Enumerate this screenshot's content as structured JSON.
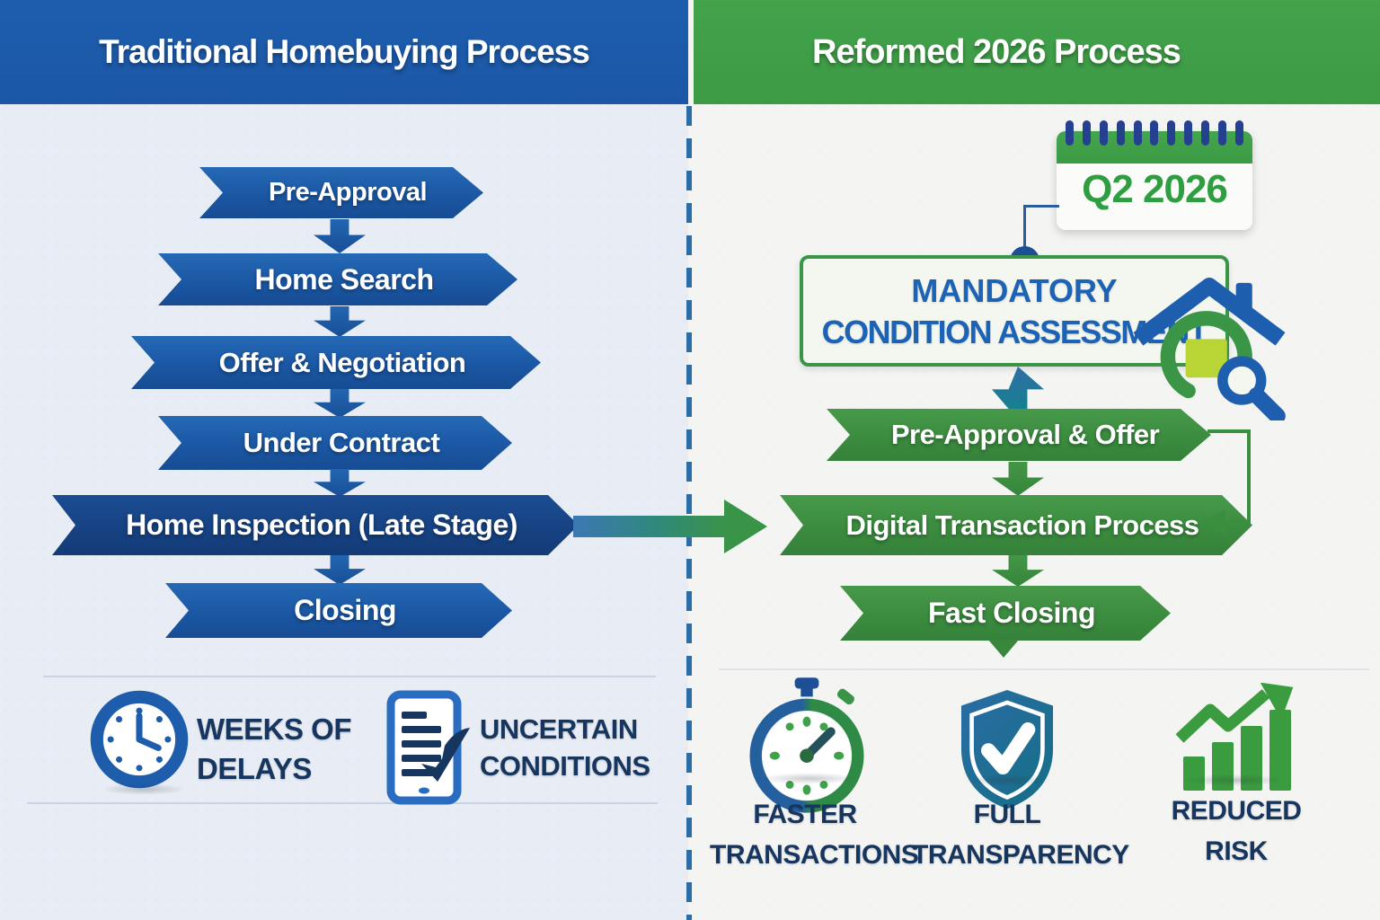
{
  "left_panel": {
    "header": "Traditional Homebuying Process",
    "steps": [
      "Pre-Approval",
      "Home Search",
      "Offer & Negotiation",
      "Under Contract",
      "Home Inspection (Late Stage)",
      "Closing"
    ],
    "drawbacks": [
      {
        "icon": "clock-icon",
        "line1": "WEEKS OF",
        "line2": "DELAYS"
      },
      {
        "icon": "document-check-icon",
        "line1": "UNCERTAIN",
        "line2": "CONDITIONS"
      }
    ]
  },
  "right_panel": {
    "header": "Reformed 2026 Process",
    "calendar_label": "Q2 2026",
    "assessment": {
      "line1": "MANDATORY",
      "line2": "CONDITION ASSESSMENT",
      "icon": "house-inspection-icon"
    },
    "steps": [
      "Pre-Approval & Offer",
      "Digital Transaction Process",
      "Fast Closing"
    ],
    "benefits": [
      {
        "icon": "stopwatch-icon",
        "line1": "FASTER",
        "line2": "TRANSACTIONS"
      },
      {
        "icon": "shield-check-icon",
        "line1": "FULL",
        "line2": "TRANSPARENCY"
      },
      {
        "icon": "growth-chart-icon",
        "line1": "REDUCED",
        "line2": "RISK"
      }
    ]
  },
  "colors": {
    "traditional_blue": "#1c5aa9",
    "inspection_navy": "#16427f",
    "reform_green": "#3f9b46",
    "label_navy": "#17365f",
    "calendar_green": "#2f9e41",
    "lime_accent": "#b8d435",
    "teal_arrow": "#17808f",
    "left_background": "#e8edf5",
    "right_background": "#f4f5f3"
  }
}
